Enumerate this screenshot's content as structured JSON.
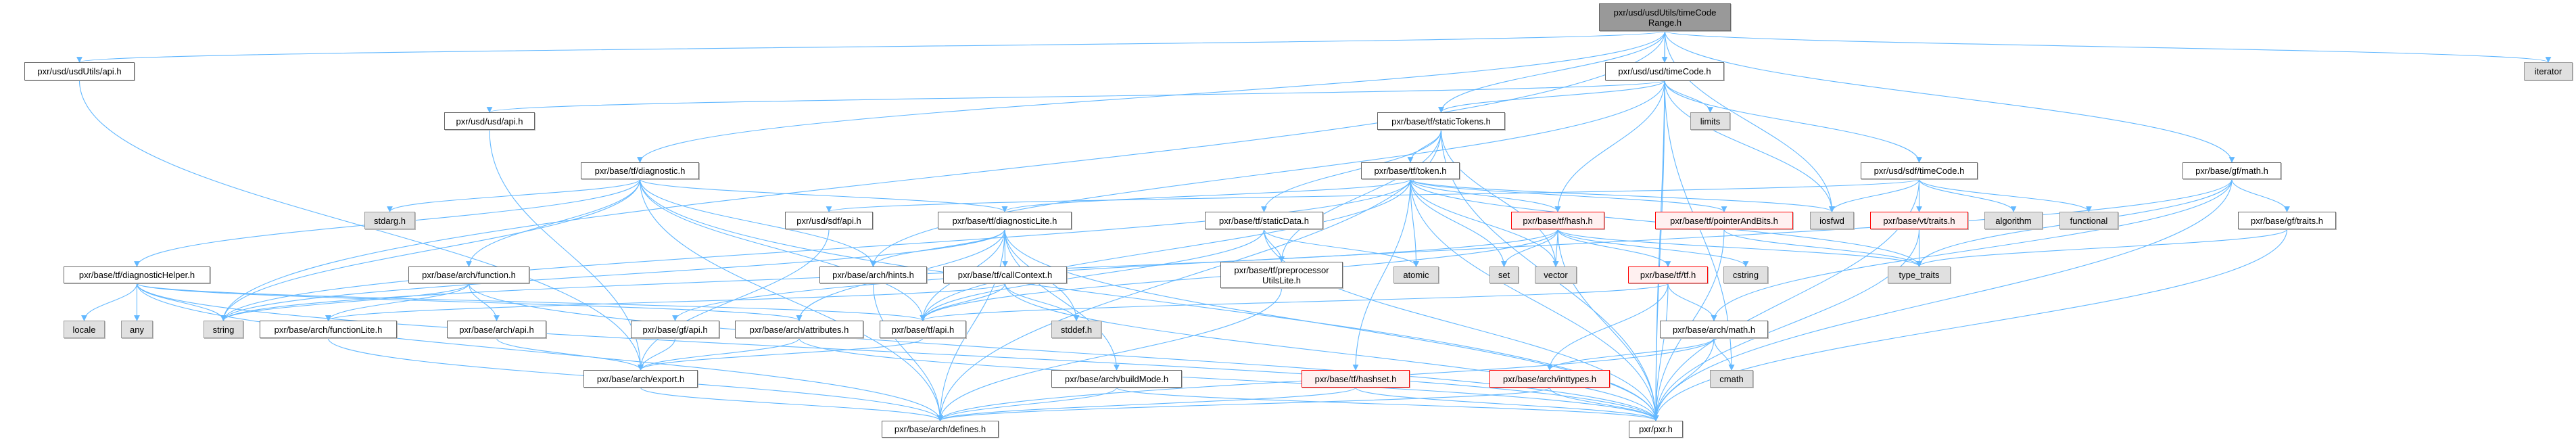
{
  "title": "pxr/usd/usdUtils/timeCodeRange.h",
  "colors": {
    "edge": "#63b8ff",
    "root_fill": "#999999",
    "system_fill": "#e0e0e0",
    "truncated_border": "#ff0000"
  },
  "nodes": [
    {
      "id": "root",
      "label": "pxr/usd/usdUtils/timeCode\nRange.h",
      "kind": "root"
    },
    {
      "id": "usdUtilsApi",
      "label": "pxr/usd/usdUtils/api.h",
      "kind": "file"
    },
    {
      "id": "usdTimeCode",
      "label": "pxr/usd/usd/timeCode.h",
      "kind": "file"
    },
    {
      "id": "iterator",
      "label": "iterator",
      "kind": "sys"
    },
    {
      "id": "usdApi",
      "label": "pxr/usd/usd/api.h",
      "kind": "file"
    },
    {
      "id": "staticTokens",
      "label": "pxr/base/tf/staticTokens.h",
      "kind": "file"
    },
    {
      "id": "limits",
      "label": "limits",
      "kind": "sys"
    },
    {
      "id": "diagnostic",
      "label": "pxr/base/tf/diagnostic.h",
      "kind": "file"
    },
    {
      "id": "token",
      "label": "pxr/base/tf/token.h",
      "kind": "file"
    },
    {
      "id": "sdfTimeCode",
      "label": "pxr/usd/sdf/timeCode.h",
      "kind": "file"
    },
    {
      "id": "gfMath",
      "label": "pxr/base/gf/math.h",
      "kind": "file"
    },
    {
      "id": "stdarg",
      "label": "stdarg.h",
      "kind": "sys"
    },
    {
      "id": "sdfApi",
      "label": "pxr/usd/sdf/api.h",
      "kind": "file"
    },
    {
      "id": "diagnosticLite",
      "label": "pxr/base/tf/diagnosticLite.h",
      "kind": "file"
    },
    {
      "id": "staticData",
      "label": "pxr/base/tf/staticData.h",
      "kind": "file"
    },
    {
      "id": "hash",
      "label": "pxr/base/tf/hash.h",
      "kind": "red"
    },
    {
      "id": "pointerAndBits",
      "label": "pxr/base/tf/pointerAndBits.h",
      "kind": "red"
    },
    {
      "id": "iosfwd",
      "label": "iosfwd",
      "kind": "sys"
    },
    {
      "id": "vtTraits",
      "label": "pxr/base/vt/traits.h",
      "kind": "red"
    },
    {
      "id": "algorithm",
      "label": "algorithm",
      "kind": "sys"
    },
    {
      "id": "functional",
      "label": "functional",
      "kind": "sys"
    },
    {
      "id": "gfTraits",
      "label": "pxr/base/gf/traits.h",
      "kind": "file"
    },
    {
      "id": "diagnosticHelper",
      "label": "pxr/base/tf/diagnosticHelper.h",
      "kind": "file"
    },
    {
      "id": "function",
      "label": "pxr/base/arch/function.h",
      "kind": "file"
    },
    {
      "id": "hints",
      "label": "pxr/base/arch/hints.h",
      "kind": "file"
    },
    {
      "id": "callContext",
      "label": "pxr/base/tf/callContext.h",
      "kind": "file"
    },
    {
      "id": "preproc",
      "label": "pxr/base/tf/preprocessor\nUtilsLite.h",
      "kind": "file"
    },
    {
      "id": "atomic",
      "label": "atomic",
      "kind": "sys"
    },
    {
      "id": "set",
      "label": "set",
      "kind": "sys"
    },
    {
      "id": "vector",
      "label": "vector",
      "kind": "sys"
    },
    {
      "id": "tf",
      "label": "pxr/base/tf/tf.h",
      "kind": "red"
    },
    {
      "id": "cstring",
      "label": "cstring",
      "kind": "sys"
    },
    {
      "id": "typeTraits",
      "label": "type_traits",
      "kind": "sys"
    },
    {
      "id": "locale",
      "label": "locale",
      "kind": "sys"
    },
    {
      "id": "any",
      "label": "any",
      "kind": "sys"
    },
    {
      "id": "string",
      "label": "string",
      "kind": "sys"
    },
    {
      "id": "functionLite",
      "label": "pxr/base/arch/functionLite.h",
      "kind": "file"
    },
    {
      "id": "archApi",
      "label": "pxr/base/arch/api.h",
      "kind": "file"
    },
    {
      "id": "gfApi",
      "label": "pxr/base/gf/api.h",
      "kind": "file"
    },
    {
      "id": "attributes",
      "label": "pxr/base/arch/attributes.h",
      "kind": "file"
    },
    {
      "id": "tfApi",
      "label": "pxr/base/tf/api.h",
      "kind": "file"
    },
    {
      "id": "stddef",
      "label": "stddef.h",
      "kind": "sys"
    },
    {
      "id": "archMath",
      "label": "pxr/base/arch/math.h",
      "kind": "file"
    },
    {
      "id": "export",
      "label": "pxr/base/arch/export.h",
      "kind": "file"
    },
    {
      "id": "buildMode",
      "label": "pxr/base/arch/buildMode.h",
      "kind": "file"
    },
    {
      "id": "hashset",
      "label": "pxr/base/tf/hashset.h",
      "kind": "red"
    },
    {
      "id": "inttypes",
      "label": "pxr/base/arch/inttypes.h",
      "kind": "red"
    },
    {
      "id": "cmath",
      "label": "cmath",
      "kind": "sys"
    },
    {
      "id": "defines",
      "label": "pxr/base/arch/defines.h",
      "kind": "file"
    },
    {
      "id": "pxr",
      "label": "pxr/pxr.h",
      "kind": "file"
    }
  ],
  "edges": [
    [
      "root",
      "usdUtilsApi"
    ],
    [
      "root",
      "usdTimeCode"
    ],
    [
      "root",
      "diagnostic"
    ],
    [
      "root",
      "staticTokens"
    ],
    [
      "root",
      "iosfwd"
    ],
    [
      "root",
      "string"
    ],
    [
      "root",
      "gfMath"
    ],
    [
      "root",
      "iterator"
    ],
    [
      "root",
      "pxr"
    ],
    [
      "usdUtilsApi",
      "export"
    ],
    [
      "usdTimeCode",
      "usdApi"
    ],
    [
      "usdTimeCode",
      "sdfTimeCode"
    ],
    [
      "usdTimeCode",
      "staticTokens"
    ],
    [
      "usdTimeCode",
      "hash"
    ],
    [
      "usdTimeCode",
      "limits"
    ],
    [
      "usdTimeCode",
      "iosfwd"
    ],
    [
      "usdTimeCode",
      "cmath"
    ],
    [
      "usdTimeCode",
      "pxr"
    ],
    [
      "usdTimeCode",
      "hints"
    ],
    [
      "usdApi",
      "export"
    ],
    [
      "staticTokens",
      "token"
    ],
    [
      "staticTokens",
      "staticData"
    ],
    [
      "staticTokens",
      "preproc"
    ],
    [
      "staticTokens",
      "vector"
    ],
    [
      "staticTokens",
      "pxr"
    ],
    [
      "staticTokens",
      "defines"
    ],
    [
      "token",
      "diagnosticLite"
    ],
    [
      "token",
      "hash"
    ],
    [
      "token",
      "hashset"
    ],
    [
      "token",
      "pointerAndBits"
    ],
    [
      "token",
      "tfApi"
    ],
    [
      "token",
      "iosfwd"
    ],
    [
      "token",
      "vector"
    ],
    [
      "token",
      "string"
    ],
    [
      "token",
      "set"
    ],
    [
      "token",
      "atomic"
    ],
    [
      "token",
      "typeTraits"
    ],
    [
      "token",
      "pxr"
    ],
    [
      "sdfTimeCode",
      "sdfApi"
    ],
    [
      "sdfTimeCode",
      "vtTraits"
    ],
    [
      "sdfTimeCode",
      "iosfwd"
    ],
    [
      "sdfTimeCode",
      "algorithm"
    ],
    [
      "sdfTimeCode",
      "functional"
    ],
    [
      "sdfTimeCode",
      "pxr"
    ],
    [
      "diagnostic",
      "diagnosticLite"
    ],
    [
      "diagnostic",
      "diagnosticHelper"
    ],
    [
      "diagnostic",
      "function"
    ],
    [
      "diagnostic",
      "tfApi"
    ],
    [
      "diagnostic",
      "hints"
    ],
    [
      "diagnostic",
      "stdarg"
    ],
    [
      "diagnostic",
      "string"
    ],
    [
      "diagnostic",
      "pxr"
    ],
    [
      "diagnostic",
      "defines"
    ],
    [
      "diagnosticLite",
      "tfApi"
    ],
    [
      "diagnosticLite",
      "callContext"
    ],
    [
      "diagnosticLite",
      "hints"
    ],
    [
      "diagnosticLite",
      "attributes"
    ],
    [
      "diagnosticLite",
      "buildMode"
    ],
    [
      "diagnosticLite",
      "stddef"
    ],
    [
      "diagnosticLite",
      "defines"
    ],
    [
      "diagnosticLite",
      "pxr"
    ],
    [
      "diagnosticLite",
      "string"
    ],
    [
      "staticData",
      "preproc"
    ],
    [
      "staticData",
      "tfApi"
    ],
    [
      "staticData",
      "atomic"
    ],
    [
      "staticData",
      "pxr"
    ],
    [
      "hash",
      "tf"
    ],
    [
      "hash",
      "set"
    ],
    [
      "hash",
      "vector"
    ],
    [
      "hash",
      "cstring"
    ],
    [
      "hash",
      "typeTraits"
    ],
    [
      "hash",
      "tfApi"
    ],
    [
      "hash",
      "pxr"
    ],
    [
      "hash",
      "string"
    ],
    [
      "pointerAndBits",
      "typeTraits"
    ],
    [
      "pointerAndBits",
      "pxr"
    ],
    [
      "vtTraits",
      "typeTraits"
    ],
    [
      "vtTraits",
      "pxr"
    ],
    [
      "gfMath",
      "gfTraits"
    ],
    [
      "gfMath",
      "archMath"
    ],
    [
      "gfMath",
      "gfApi"
    ],
    [
      "gfMath",
      "typeTraits"
    ],
    [
      "gfMath",
      "pxr"
    ],
    [
      "gfTraits",
      "typeTraits"
    ],
    [
      "gfTraits",
      "pxr"
    ],
    [
      "sdfApi",
      "export"
    ],
    [
      "diagnosticHelper",
      "locale"
    ],
    [
      "diagnosticHelper",
      "any"
    ],
    [
      "diagnosticHelper",
      "string"
    ],
    [
      "diagnosticHelper",
      "tfApi"
    ],
    [
      "diagnosticHelper",
      "defines"
    ],
    [
      "diagnosticHelper",
      "pxr"
    ],
    [
      "diagnosticHelper",
      "attributes"
    ],
    [
      "function",
      "functionLite"
    ],
    [
      "function",
      "archApi"
    ],
    [
      "function",
      "string"
    ],
    [
      "function",
      "pxr"
    ],
    [
      "callContext",
      "tfApi"
    ],
    [
      "callContext",
      "stddef"
    ],
    [
      "callContext",
      "functionLite"
    ],
    [
      "callContext",
      "pxr"
    ],
    [
      "preproc",
      "defines"
    ],
    [
      "tf",
      "archMath"
    ],
    [
      "tf",
      "inttypes"
    ],
    [
      "tf",
      "pxr"
    ],
    [
      "tf",
      "tfApi"
    ],
    [
      "archMath",
      "inttypes"
    ],
    [
      "archMath",
      "cmath"
    ],
    [
      "archMath",
      "defines"
    ],
    [
      "archMath",
      "pxr"
    ],
    [
      "functionLite",
      "defines"
    ],
    [
      "archApi",
      "export"
    ],
    [
      "gfApi",
      "export"
    ],
    [
      "attributes",
      "export"
    ],
    [
      "attributes",
      "pxr"
    ],
    [
      "tfApi",
      "export"
    ],
    [
      "hints",
      "defines"
    ],
    [
      "hashset",
      "defines"
    ],
    [
      "hashset",
      "pxr"
    ],
    [
      "inttypes",
      "defines"
    ],
    [
      "inttypes",
      "pxr"
    ],
    [
      "export",
      "defines"
    ],
    [
      "buildMode",
      "defines"
    ],
    [
      "buildMode",
      "pxr"
    ]
  ]
}
